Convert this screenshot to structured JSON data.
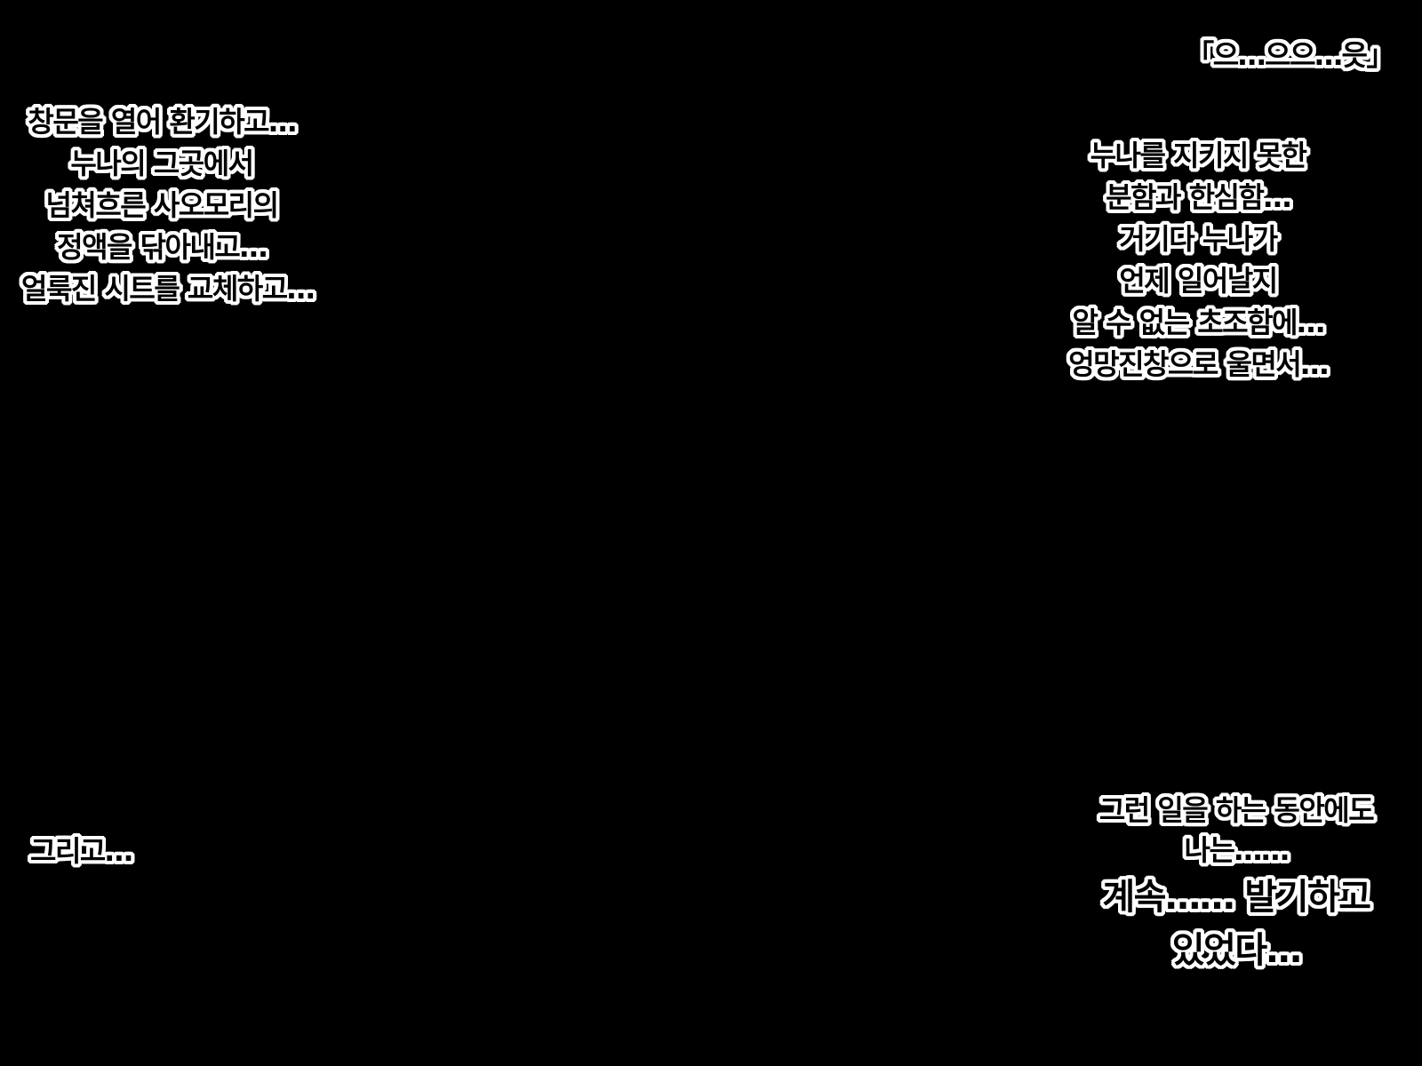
{
  "background_color": "#000000",
  "text_fill_color": "#000000",
  "text_outline_color": "#ffffff",
  "captions": {
    "top_right": {
      "lines": [
        "「으…으으…읏」"
      ]
    },
    "left": {
      "lines": [
        "창문을 열어 환기하고…",
        "누나의 그곳에서",
        "넘쳐흐른 사오모리의",
        "정액을 닦아내고…",
        "얼룩진 시트를 교체하고…"
      ]
    },
    "right": {
      "lines": [
        "누나를 지키지 못한",
        "분함과 한심함…",
        "거기다 누나가",
        "언제 일어날지",
        "알 수 없는 초조함에…",
        "엉망진창으로 울면서…"
      ]
    },
    "bottom_left": {
      "lines": [
        "그리고…"
      ]
    },
    "bottom_right": {
      "lines": [
        "그런 일을 하는 동안에도",
        "나는……",
        "계속…… 발기하고",
        "있었다…"
      ]
    }
  }
}
